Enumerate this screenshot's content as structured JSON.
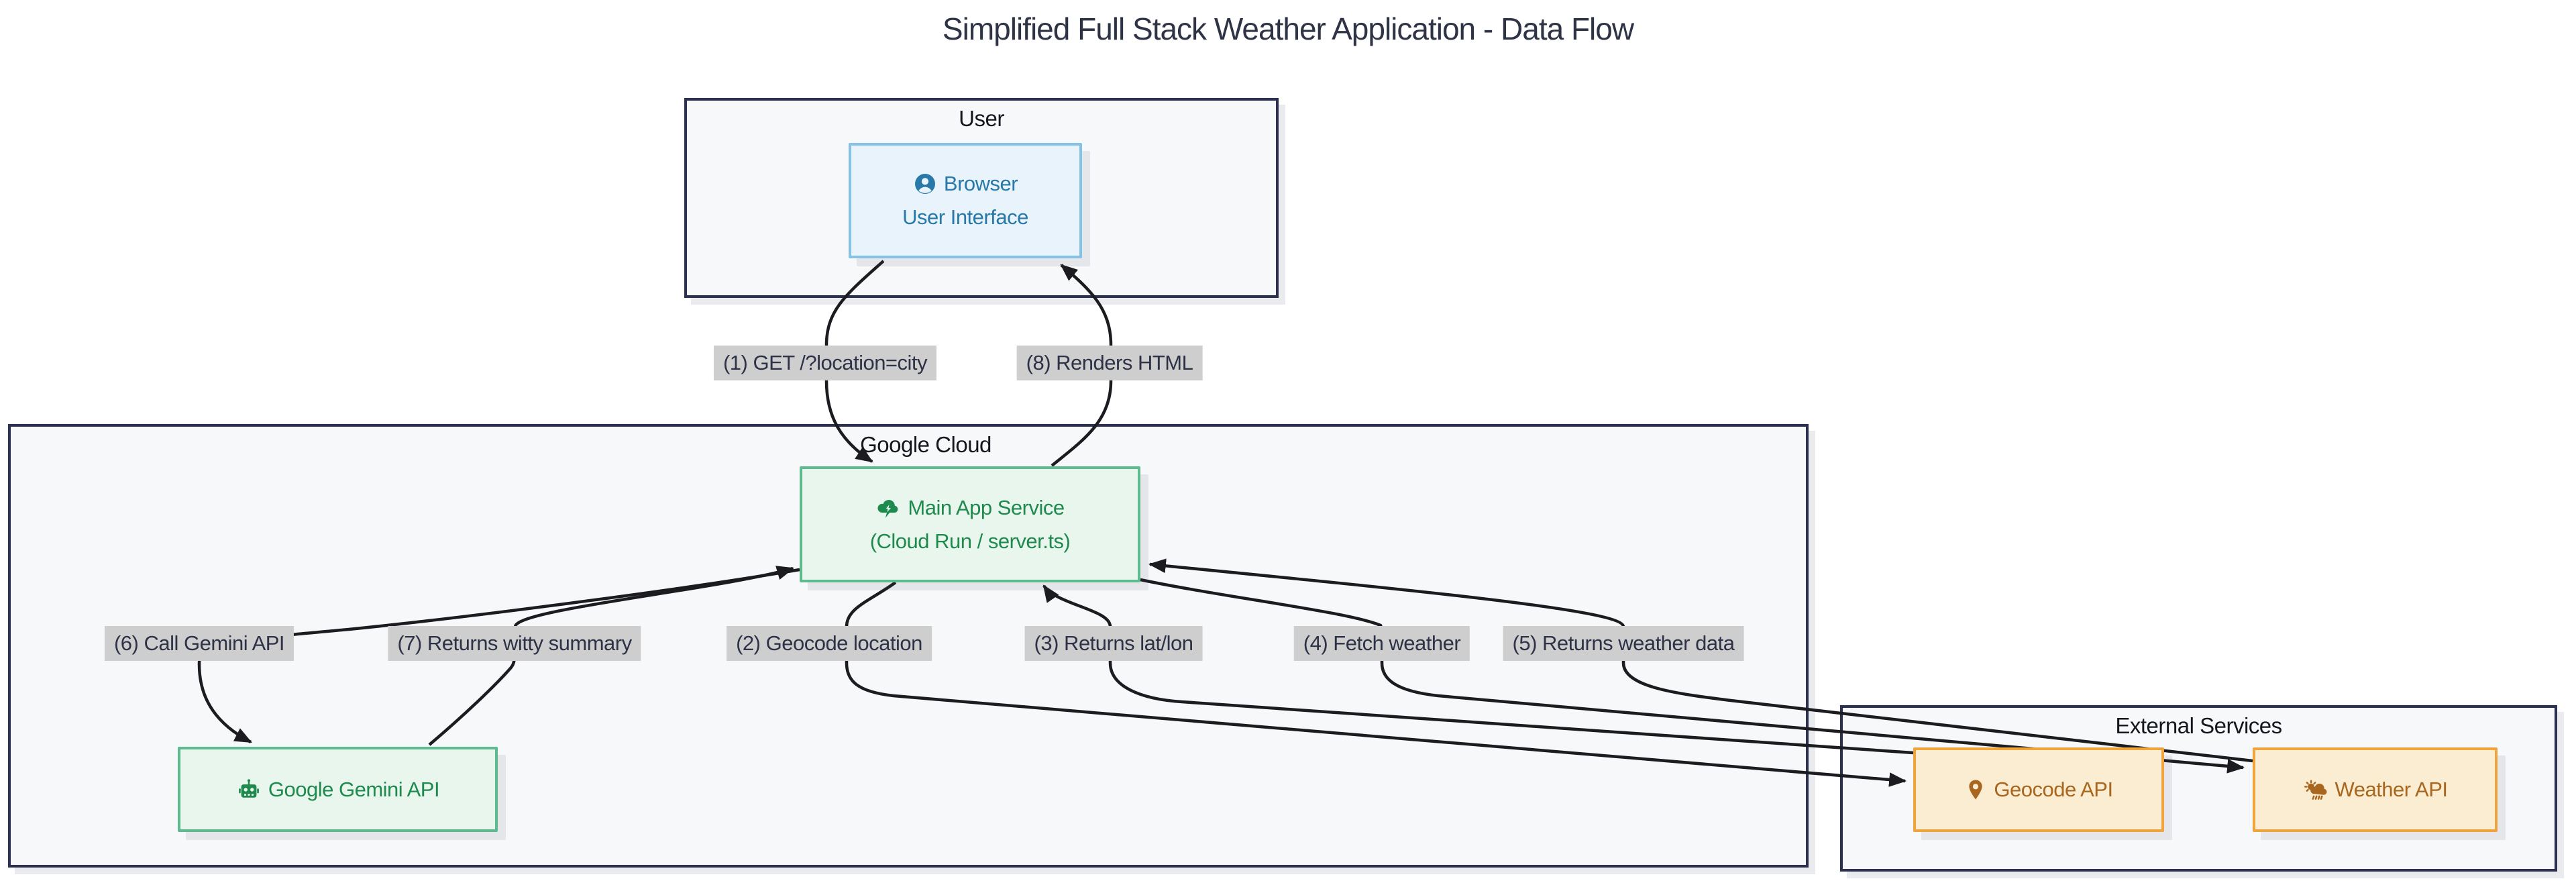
{
  "title": "Simplified Full Stack Weather Application - Data Flow",
  "subgraphs": {
    "user": {
      "label": "User"
    },
    "google_cloud": {
      "label": "Google Cloud"
    },
    "external_services": {
      "label": "External Services"
    }
  },
  "nodes": {
    "browser": {
      "title": "Browser",
      "subtitle": "User Interface",
      "icon": "user-circle-icon",
      "accent": "#2878a8"
    },
    "main_app": {
      "title": "Main App Service",
      "subtitle": "(Cloud Run / server.ts)",
      "icon": "cloud-bolt-icon",
      "accent": "#1e8a4d"
    },
    "gemini": {
      "title": "Google Gemini API",
      "icon": "robot-icon",
      "accent": "#1e8a4d"
    },
    "geocode": {
      "title": "Geocode API",
      "icon": "location-pin-icon",
      "accent": "#a8661e"
    },
    "weather": {
      "title": "Weather API",
      "icon": "cloud-sun-rain-icon",
      "accent": "#a8661e"
    }
  },
  "edges": [
    {
      "step": 1,
      "label": "(1) GET /?location=city",
      "from": "browser",
      "to": "main_app"
    },
    {
      "step": 2,
      "label": "(2) Geocode location",
      "from": "main_app",
      "to": "geocode"
    },
    {
      "step": 3,
      "label": "(3) Returns lat/lon",
      "from": "geocode",
      "to": "main_app"
    },
    {
      "step": 4,
      "label": "(4) Fetch weather",
      "from": "main_app",
      "to": "weather"
    },
    {
      "step": 5,
      "label": "(5) Returns weather data",
      "from": "weather",
      "to": "main_app"
    },
    {
      "step": 6,
      "label": "(6) Call Gemini API",
      "from": "main_app",
      "to": "gemini"
    },
    {
      "step": 7,
      "label": "(7) Returns witty summary",
      "from": "gemini",
      "to": "main_app"
    },
    {
      "step": 8,
      "label": "(8) Renders HTML",
      "from": "main_app",
      "to": "browser"
    }
  ],
  "colors": {
    "edge": "#1b1b20",
    "edge_label_bg": "#cecece",
    "subgraph_border": "#2d3150",
    "subgraph_fill": "#f7f8fa",
    "blue_fill": "#e8f3fb",
    "blue_border": "#86c2e8",
    "blue_text": "#2878a8",
    "green_fill": "#e9f6ee",
    "green_border": "#5fba90",
    "green_text": "#1e8a4d",
    "orange_fill": "#fbedd2",
    "orange_border": "#efa43d",
    "orange_text": "#a8661e",
    "title_text": "#2e3345"
  }
}
